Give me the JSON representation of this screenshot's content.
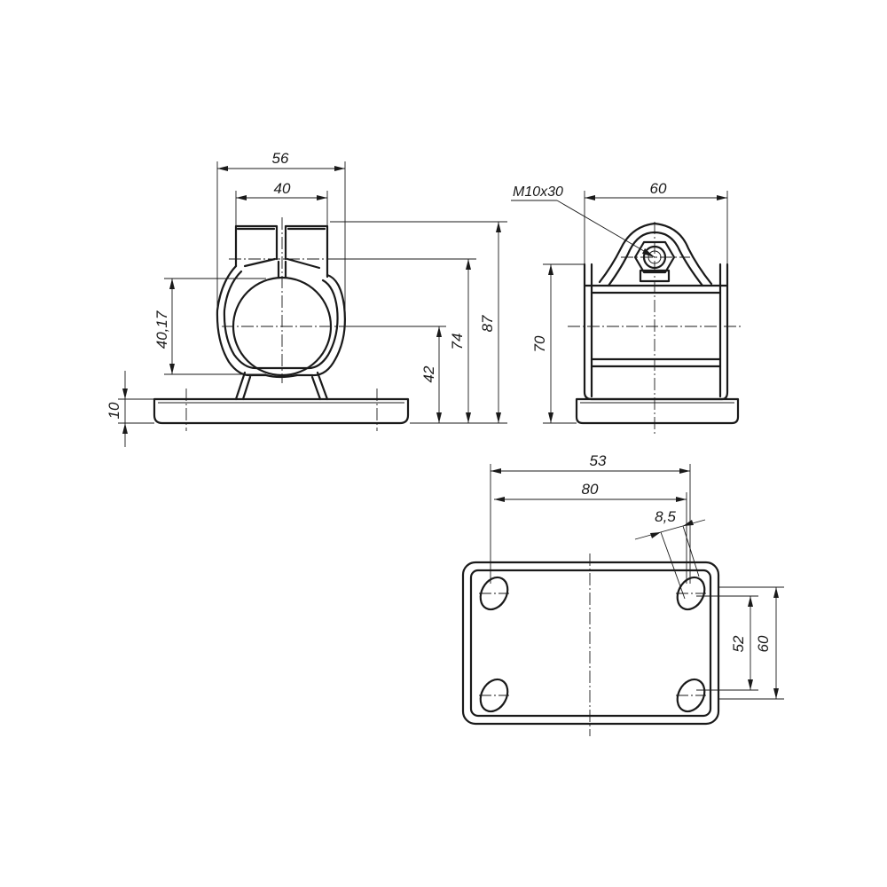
{
  "views": {
    "front": {
      "dim_top_width": "56",
      "dim_clamp_width": "40",
      "dim_bore_height": "40,17",
      "dim_base_thickness": "10",
      "dim_axis_height": "42",
      "dim_slot_height": "74",
      "dim_total_height": "87"
    },
    "side": {
      "bolt_label": "M10x30",
      "dim_width": "60",
      "dim_height": "70"
    },
    "plan": {
      "dim_outer": "53",
      "dim_inner": "80",
      "dim_slot_width": "8,5",
      "dim_inner_vertical": "52",
      "dim_outer_vertical": "60"
    }
  }
}
